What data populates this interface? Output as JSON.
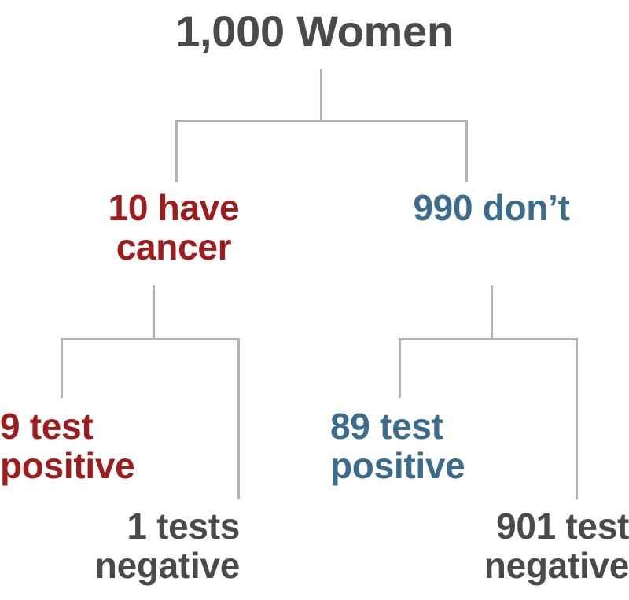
{
  "chart_data": {
    "type": "diagram",
    "diagram_type": "tree",
    "title": "1,000 Women",
    "nodes": [
      {
        "id": "root",
        "label": "1,000 Women",
        "value": 1000,
        "color": "#4a4a4a",
        "level": 0
      },
      {
        "id": "cancer",
        "label": "10 have\ncancer",
        "value": 10,
        "color": "#9e1c1c",
        "level": 1
      },
      {
        "id": "nocancer",
        "label": "990\ndon’t",
        "value": 990,
        "color": "#3c6c8c",
        "level": 1
      },
      {
        "id": "true-positive",
        "label": "9 test\npositive",
        "value": 9,
        "color": "#9e1c1c",
        "level": 2
      },
      {
        "id": "false-negative",
        "label": "1 tests\nnegative",
        "value": 1,
        "color": "#4a4a4a",
        "level": 2
      },
      {
        "id": "false-positive",
        "label": "89 test\npositive",
        "value": 89,
        "color": "#3c6c8c",
        "level": 2
      },
      {
        "id": "true-negative",
        "label": "901 test\nnegative",
        "value": 901,
        "color": "#4a4a4a",
        "level": 2
      }
    ],
    "edges": [
      {
        "from": "root",
        "to": "cancer"
      },
      {
        "from": "root",
        "to": "nocancer"
      },
      {
        "from": "cancer",
        "to": "true-positive"
      },
      {
        "from": "cancer",
        "to": "false-negative"
      },
      {
        "from": "nocancer",
        "to": "false-positive"
      },
      {
        "from": "nocancer",
        "to": "true-negative"
      }
    ],
    "line_color": "#b2b2b2",
    "background": "#ffffff"
  },
  "tree": {
    "root": {
      "label": "1,000 Women"
    },
    "level1": {
      "cancer": "10 have\ncancer",
      "no_cancer": "990 don’t"
    },
    "level2": {
      "true_positive": "9 test\npositive",
      "false_negative": "1 tests\nnegative",
      "false_positive": "89 test\npositive",
      "true_negative": "901 test\nnegative"
    }
  },
  "colors": {
    "cancer_red": "#9e1c1c",
    "no_cancer_blue": "#3c6c8c",
    "neutral_gray": "#4a4a4a",
    "connector_gray": "#b2b2b2",
    "background": "#ffffff"
  }
}
